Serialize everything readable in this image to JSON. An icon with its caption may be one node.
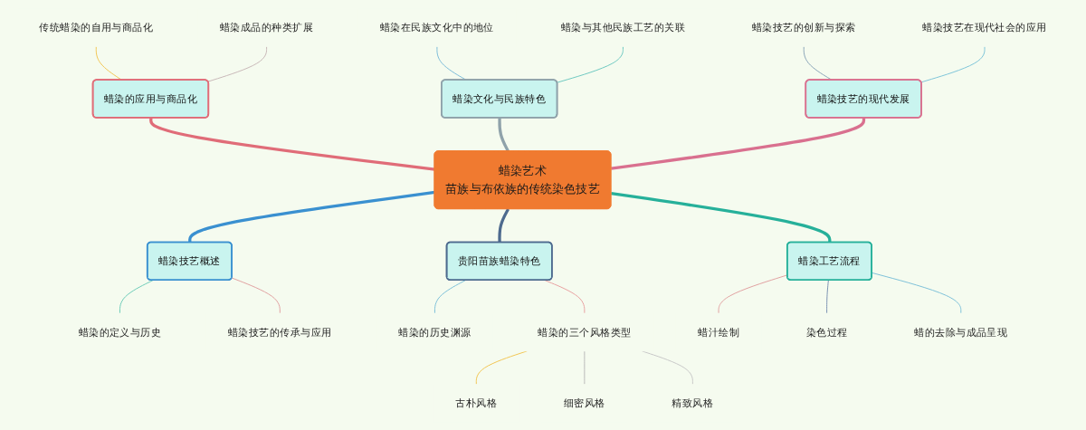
{
  "diagram": {
    "nodes": [
      {
        "text": [
          "传统蜡染的自用与商品化"
        ]
      },
      {
        "text": [
          "蜡染成品的种类扩展"
        ]
      },
      {
        "text": [
          "蜡染在民族文化中的地位"
        ]
      },
      {
        "text": [
          "蜡染与其他民族工艺的关联"
        ]
      },
      {
        "text": [
          "蜡染技艺的创新与探索"
        ]
      },
      {
        "text": [
          "蜡染技艺在现代社会的应用"
        ]
      },
      {
        "text": [
          "蜡染的应用与商品化"
        ]
      },
      {
        "text": [
          "蜡染文化与民族特色"
        ]
      },
      {
        "text": [
          "蜡染技艺的现代发展"
        ]
      },
      {
        "text": [
          "蜡染艺术",
          "苗族与布依族的传统染色技艺"
        ]
      },
      {
        "text": [
          "蜡染技艺概述"
        ]
      },
      {
        "text": [
          "贵阳苗族蜡染特色"
        ]
      },
      {
        "text": [
          "蜡染工艺流程"
        ]
      },
      {
        "text": [
          "蜡染的定义与历史"
        ]
      },
      {
        "text": [
          "蜡染技艺的传承与应用"
        ]
      },
      {
        "text": [
          "蜡染的历史渊源"
        ]
      },
      {
        "text": [
          "蜡染的三个风格类型"
        ]
      },
      {
        "text": [
          "蜡汁绘制"
        ]
      },
      {
        "text": [
          "染色过程"
        ]
      },
      {
        "text": [
          "蜡的去除与成品呈现"
        ]
      },
      {
        "text": [
          "古朴风格"
        ]
      },
      {
        "text": [
          "细密风格"
        ]
      },
      {
        "text": [
          "精致风格"
        ]
      }
    ],
    "edges": [
      {
        "from": 0,
        "to": 6,
        "arrow": "none",
        "color": "#f2c552"
      },
      {
        "from": 1,
        "to": 6,
        "arrow": "none",
        "color": "#c8b8b8"
      },
      {
        "from": 2,
        "to": 7,
        "arrow": "none",
        "color": "#7bbcd8"
      },
      {
        "from": 3,
        "to": 7,
        "arrow": "none",
        "color": "#6cc8c0"
      },
      {
        "from": 4,
        "to": 8,
        "arrow": "none",
        "color": "#8aa4b8"
      },
      {
        "from": 5,
        "to": 8,
        "arrow": "none",
        "color": "#7cc4d8"
      },
      {
        "from": 6,
        "to": 9,
        "arrow": "none",
        "style": "thick",
        "color": "#e06c78"
      },
      {
        "from": 7,
        "to": 9,
        "arrow": "none",
        "style": "thick",
        "color": "#8fa2aa"
      },
      {
        "from": 8,
        "to": 9,
        "arrow": "none",
        "style": "thick",
        "color": "#d9708f"
      },
      {
        "from": 9,
        "to": 10,
        "arrow": "none",
        "style": "thick",
        "color": "#3a90d0"
      },
      {
        "from": 9,
        "to": 11,
        "arrow": "none",
        "style": "thick",
        "color": "#4d6a8e"
      },
      {
        "from": 9,
        "to": 12,
        "arrow": "none",
        "style": "thick",
        "color": "#26b09a"
      },
      {
        "from": 10,
        "to": 13,
        "arrow": "none",
        "color": "#6ccbb8"
      },
      {
        "from": 10,
        "to": 14,
        "arrow": "none",
        "color": "#e0a0a0"
      },
      {
        "from": 11,
        "to": 15,
        "arrow": "none",
        "color": "#7cc0d8"
      },
      {
        "from": 11,
        "to": 16,
        "arrow": "none",
        "color": "#e8a0a0"
      },
      {
        "from": 12,
        "to": 17,
        "arrow": "none",
        "color": "#e0a0a0"
      },
      {
        "from": 12,
        "to": 18,
        "arrow": "none",
        "color": "#7890b0"
      },
      {
        "from": 12,
        "to": 19,
        "arrow": "none",
        "color": "#7cc0d8"
      },
      {
        "from": 16,
        "to": 20,
        "arrow": "none",
        "color": "#f2c552"
      },
      {
        "from": 16,
        "to": 21,
        "arrow": "none",
        "color": "#b8b8b8"
      },
      {
        "from": 16,
        "to": 22,
        "arrow": "none",
        "color": "#c8c8c8"
      }
    ]
  }
}
